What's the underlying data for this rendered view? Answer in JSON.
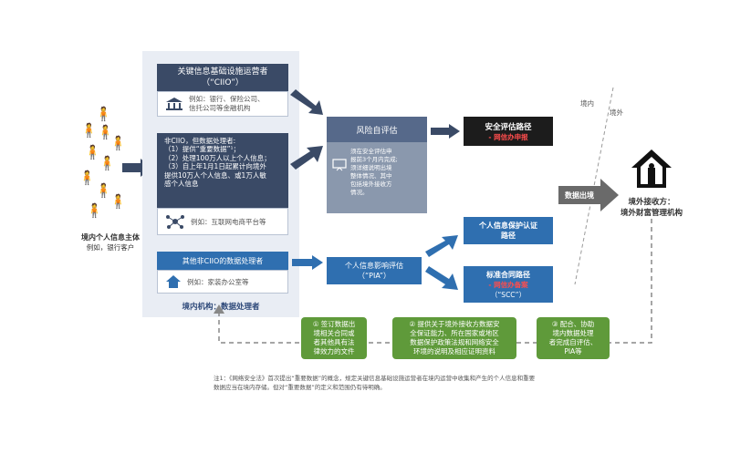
{
  "people": {
    "title": "境内个人信息主体",
    "subtitle": "例如，银行客户"
  },
  "left_panel": {
    "ciio": {
      "title": "关键信息基础设施运营者\n（“CIIO”）",
      "example": "例如：银行、保险公司、\n信托公司等金融机构"
    },
    "non_ciio": {
      "title": "非CIIO，但数据处理者:\n（1）提供“重要数据”¹；\n（2）处理100万人以上个人信息；\n（3）自上年1月1日起累计向境外\n提供10万人个人信息、或1万人敏\n感个人信息",
      "example": "例如：互联网电商平台等"
    },
    "other": {
      "title": "其他非CIIO的数据处理者",
      "example": "例如：家装办公室等"
    },
    "footer": "境内机构：数据处理者"
  },
  "risk": {
    "title": "风险自评估",
    "note": "须在安全评估申\n报前3个月内完成;\n须详细说明出境\n整体情况、其中\n包括境外接收方\n情况。"
  },
  "security": {
    "title": "安全评估路径",
    "sub": "- 网信办申报"
  },
  "pia": {
    "title": "个人信息影响评估\n（“PIA”）"
  },
  "cert": {
    "title": "个人信息保护认证\n路径"
  },
  "scc": {
    "title": "标准合同路径",
    "sub": "- 网信办备案",
    "abbr": "（“SCC”）"
  },
  "boundary": {
    "inside": "境内",
    "outside": "境外"
  },
  "exit": {
    "label": "数据出境"
  },
  "receiver": {
    "title": "境外接收方：\n境外财富管理机构"
  },
  "steps": [
    "① 签订数据出\n境相关合同或\n者其他具有法\n律效力的文件",
    "② 提供关于境外接收方数据安\n全保证能力、所在国家或地区\n数据保护政策法规和网络安全\n环境的说明及相应证明资料",
    "③ 配合、协助\n境内数据处理\n者完成自评估、\nPIA等"
  ],
  "footnote": "注1：《网络安全法》首次提出“重要数据”的概念，规定关键信息基础设施运营者在境内运营中收集和产生的个人信息和重要\n数据应当在境内存储。但对“重要数据”的定义和范围仍有待明确。",
  "icons": [
    "person-icon",
    "bank-icon",
    "network-icon",
    "home-icon",
    "presentation-icon",
    "building-icon",
    "arrow-icon"
  ],
  "colors": {
    "dark_navy": "#3a4a66",
    "steel_blue": "#2f6fb0",
    "panel_bg": "#e9edf4",
    "green": "#5f9a3a",
    "red": "#ff4d4d",
    "black_box": "#1c1c1c"
  }
}
